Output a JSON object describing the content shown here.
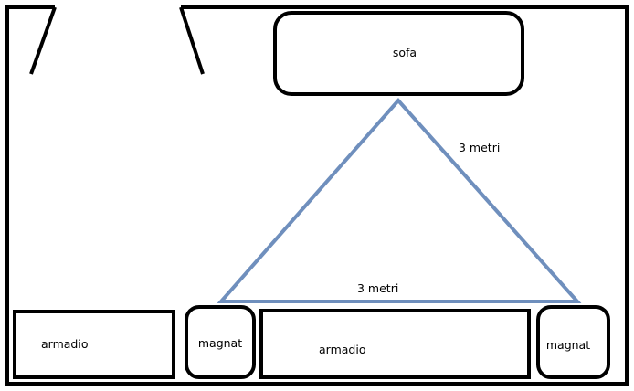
{
  "room": {
    "wall_color": "#000000",
    "background": "#ffffff"
  },
  "furniture": {
    "sofa": {
      "label": "sofa"
    },
    "armadio_left": {
      "label": "armadio"
    },
    "magnat_left": {
      "label": "magnat"
    },
    "armadio_center": {
      "label": "armadio"
    },
    "magnat_right": {
      "label": "magnat"
    }
  },
  "triangle": {
    "color": "#6f8fbd",
    "side_label": "3 metri",
    "base_label": "3 metri"
  }
}
